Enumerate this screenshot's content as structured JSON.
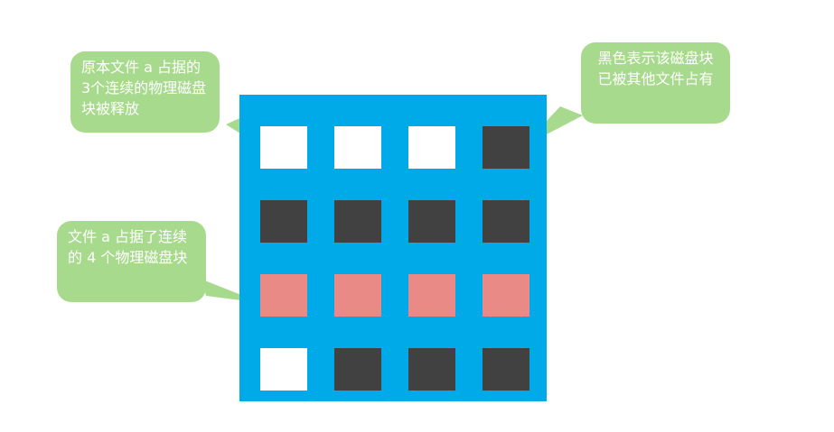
{
  "colors": {
    "panel": "#00a9e8",
    "free_block": "#ffffff",
    "occupied_block": "#414141",
    "new_file_block": "#e98a87",
    "callout": "#a8da8d",
    "callout_text": "#ffffff"
  },
  "disk_grid": {
    "rows": [
      [
        "free",
        "free",
        "free",
        "used"
      ],
      [
        "used",
        "used",
        "used",
        "used"
      ],
      [
        "new",
        "new",
        "new",
        "new"
      ],
      [
        "free",
        "used",
        "used",
        "used"
      ]
    ]
  },
  "callouts": {
    "freed": "原本文件 a 占据的3个连续的物理磁盘块被释放",
    "occupied": "黑色表示该磁盘块已被其他文件占有",
    "file_a": "文件 a 占据了连续的 4 个物理磁盘块"
  }
}
